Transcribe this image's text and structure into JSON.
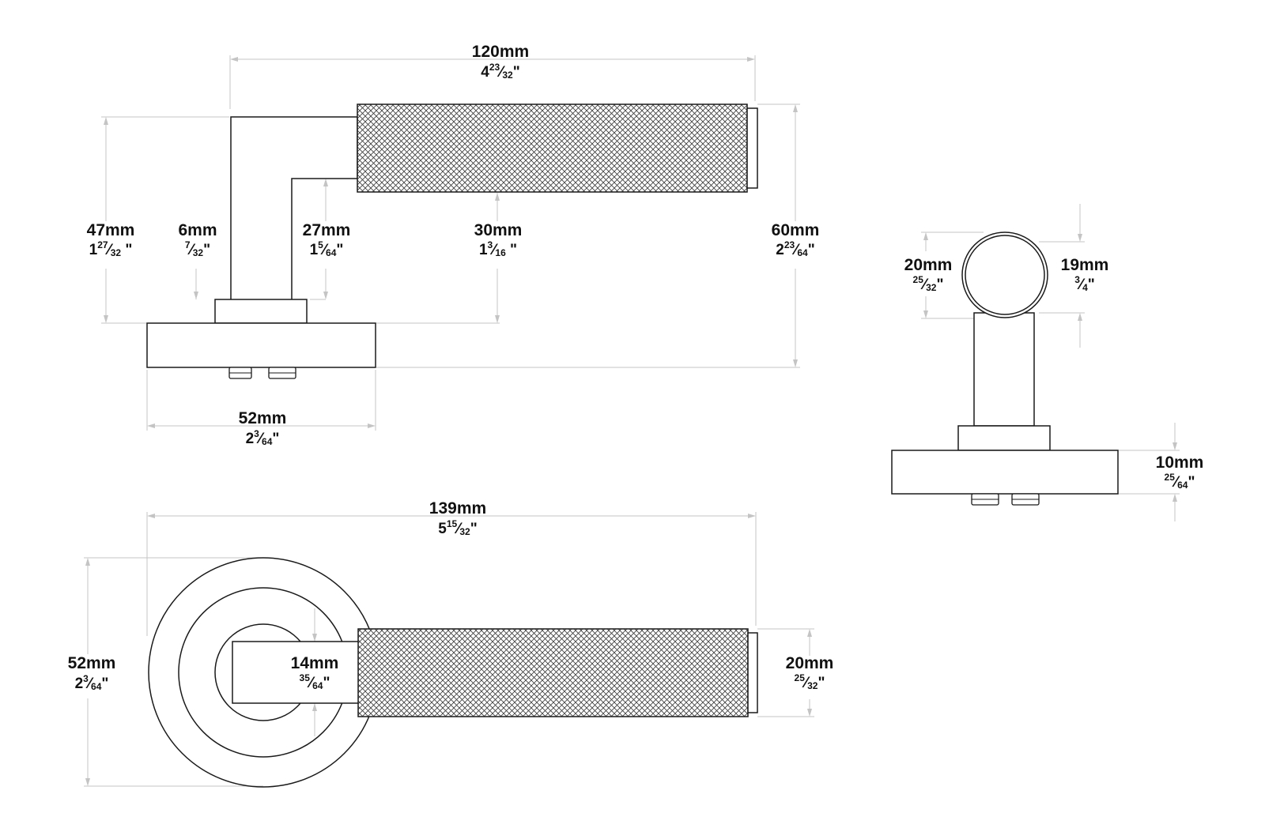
{
  "drawing": {
    "side_view": {
      "length": {
        "mm": "120mm",
        "whole": "4",
        "num": "23",
        "den": "32",
        "mark": "\""
      },
      "height": {
        "mm": "47mm",
        "whole": "1",
        "num": "27",
        "den": "32",
        "mark": " \""
      },
      "stem": {
        "mm": "6mm",
        "whole": "",
        "num": "7",
        "den": "32",
        "mark": "\""
      },
      "neck": {
        "mm": "27mm",
        "whole": "1",
        "num": "5",
        "den": "64",
        "mark": "\""
      },
      "lever_height": {
        "mm": "30mm",
        "whole": "1",
        "num": "3",
        "den": "16",
        "mark": " \""
      },
      "total_height": {
        "mm": "60mm",
        "whole": "2",
        "num": "23",
        "den": "64",
        "mark": "\""
      },
      "rose": {
        "mm": "52mm",
        "whole": "2",
        "num": "3",
        "den": "64",
        "mark": "\""
      }
    },
    "end_view": {
      "grip_height": {
        "mm": "20mm",
        "whole": "",
        "num": "25",
        "den": "32",
        "mark": "\""
      },
      "grip_diameter": {
        "mm": "19mm",
        "whole": "",
        "num": "3",
        "den": "4",
        "mark": "\""
      },
      "rose_thickness": {
        "mm": "10mm",
        "whole": "",
        "num": "25",
        "den": "64",
        "mark": "\""
      }
    },
    "top_view": {
      "length": {
        "mm": "139mm",
        "whole": "5",
        "num": "15",
        "den": "32",
        "mark": "\""
      },
      "rose_diameter": {
        "mm": "52mm",
        "whole": "2",
        "num": "3",
        "den": "64",
        "mark": "\""
      },
      "stem_width": {
        "mm": "14mm",
        "whole": "",
        "num": "35",
        "den": "64",
        "mark": "\""
      },
      "grip_width": {
        "mm": "20mm",
        "whole": "",
        "num": "25",
        "den": "32",
        "mark": "\""
      }
    }
  }
}
